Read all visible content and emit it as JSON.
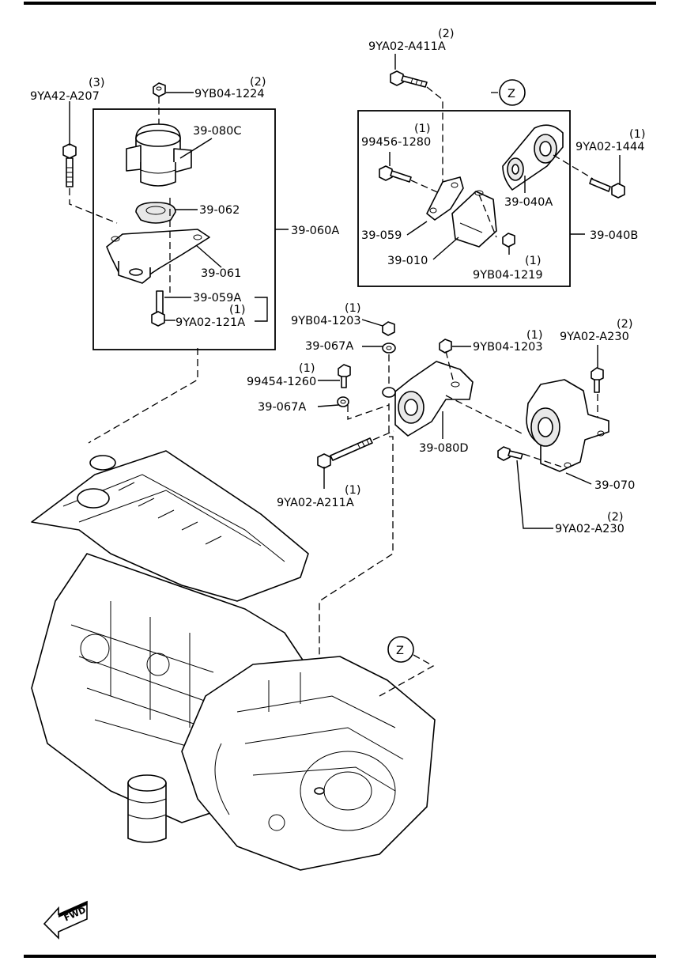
{
  "labels": {
    "bolt_9ya42_a207": "9YA42-A207",
    "qty_9ya42_a207": "(3)",
    "nut_9yb04_1224": "9YB04-1224",
    "qty_9yb04_1224": "(2)",
    "mount_39_080c": "39-080C",
    "part_39_062": "39-062",
    "assy_39_060a": "39-060A",
    "part_39_061": "39-061",
    "part_39_059a": "39-059A",
    "bolt_9ya02_121a": "9YA02-121A",
    "qty_9ya02_121a": "(1)",
    "bolt_9ya02_a411a": "9YA02-A411A",
    "qty_9ya02_a411a": "(2)",
    "view_z_top": "Z",
    "bolt_99456_1280": "99456-1280",
    "qty_99456_1280": "(1)",
    "bolt_9ya02_1444": "9YA02-1444",
    "qty_9ya02_1444": "(1)",
    "mount_39_040a": "39-040A",
    "bracket_39_059": "39-059",
    "assy_39_040b": "39-040B",
    "bracket_39_010": "39-010",
    "nut_9yb04_1219": "9YB04-1219",
    "qty_9yb04_1219": "(1)",
    "nut_9yb04_1203_a": "9YB04-1203",
    "qty_9yb04_1203_a": "(1)",
    "washer_39_067a_a": "39-067A",
    "bolt_99454_1260": "99454-1260",
    "qty_99454_1260": "(1)",
    "washer_39_067a_b": "39-067A",
    "nut_9yb04_1203_b": "9YB04-1203",
    "qty_9yb04_1203_b": "(1)",
    "bolt_9ya02_a230_top": "9YA02-A230",
    "qty_9ya02_a230_top": "(2)",
    "mount_39_080d": "39-080D",
    "mount_39_070": "39-070",
    "bolt_9ya02_a211a": "9YA02-A211A",
    "qty_9ya02_a211a": "(1)",
    "bolt_9ya02_a230_bottom": "9YA02-A230",
    "qty_9ya02_a230_bottom": "(2)",
    "view_z_bottom": "Z",
    "fwd_arrow": "FWD"
  }
}
